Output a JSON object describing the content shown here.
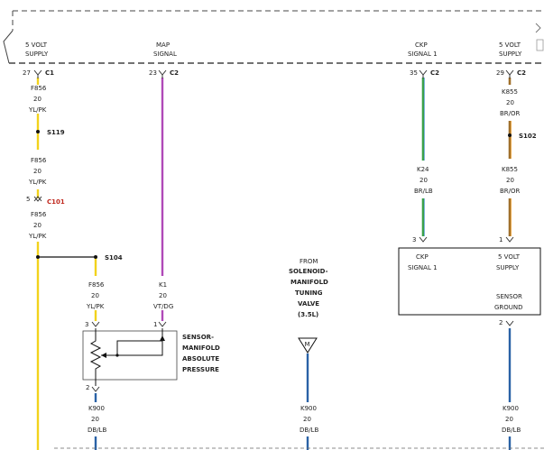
{
  "title": "",
  "top_labels": {
    "supply_left_l1": "5 VOLT",
    "supply_left_l2": "SUPPLY",
    "map_l1": "MAP",
    "map_l2": "SIGNAL",
    "ckp_l1": "CKP",
    "ckp_l2": "SIGNAL 1",
    "supply_right_l1": "5 VOLT",
    "supply_right_l2": "SUPPLY"
  },
  "pins": {
    "left_c1_num": "27",
    "left_c1_conn": "C1",
    "map_num": "23",
    "map_conn": "C2",
    "ckp_num": "35",
    "ckp_conn": "C2",
    "right_num": "29",
    "right_conn": "C2",
    "c101_num": "5",
    "c101_conn": "C101",
    "sensor_pin3": "3",
    "sensor_pin1": "1",
    "sensor_pin2": "2",
    "ckp_sensor_pin3": "3",
    "ckp_sensor_pin1": "1",
    "ckp_sensor_pin2": "2"
  },
  "splices": {
    "s119": "S119",
    "s104": "S104",
    "s102": "S102"
  },
  "wires": {
    "f856_a": {
      "circuit": "F856",
      "gauge": "20",
      "color": "YL/PK"
    },
    "f856_b": {
      "circuit": "F856",
      "gauge": "20",
      "color": "YL/PK"
    },
    "f856_c": {
      "circuit": "F856",
      "gauge": "20",
      "color": "YL/PK"
    },
    "f856_d": {
      "circuit": "F856",
      "gauge": "20",
      "color": "YL/PK"
    },
    "k1": {
      "circuit": "K1",
      "gauge": "20",
      "color": "VT/DG"
    },
    "k24": {
      "circuit": "K24",
      "gauge": "20",
      "color": "BR/LB"
    },
    "k855_a": {
      "circuit": "K855",
      "gauge": "20",
      "color": "BR/OR"
    },
    "k855_b": {
      "circuit": "K855",
      "gauge": "20",
      "color": "BR/OR"
    },
    "k900_a": {
      "circuit": "K900",
      "gauge": "20",
      "color": "DB/LB"
    },
    "k900_b": {
      "circuit": "K900",
      "gauge": "20",
      "color": "DB/LB"
    },
    "k900_c": {
      "circuit": "K900",
      "gauge": "20",
      "color": "DB/LB"
    }
  },
  "components": {
    "map_sensor_l1": "SENSOR-",
    "map_sensor_l2": "MANIFOLD",
    "map_sensor_l3": "ABSOLUTE",
    "map_sensor_l4": "PRESSURE",
    "valve_l1": "FROM",
    "valve_l2": "SOLENOID-",
    "valve_l3": "MANIFOLD",
    "valve_l4": "TUNING",
    "valve_l5": "VALVE",
    "valve_l6": "(3.5L)",
    "valve_marker": "M",
    "ckp_box_left_l1": "CKP",
    "ckp_box_left_l2": "SIGNAL 1",
    "ckp_box_right_l1": "5 VOLT",
    "ckp_box_right_l2": "SUPPLY",
    "ckp_box_ground_l1": "SENSOR",
    "ckp_box_ground_l2": "GROUND"
  },
  "colors": {
    "yellow": "#f2d21c",
    "violet": "#b04ab8",
    "green": "#3aa046",
    "light_blue": "#6aa8d8",
    "brown": "#a0702a",
    "orange": "#e69a2a",
    "dark_blue": "#2a62a6"
  }
}
